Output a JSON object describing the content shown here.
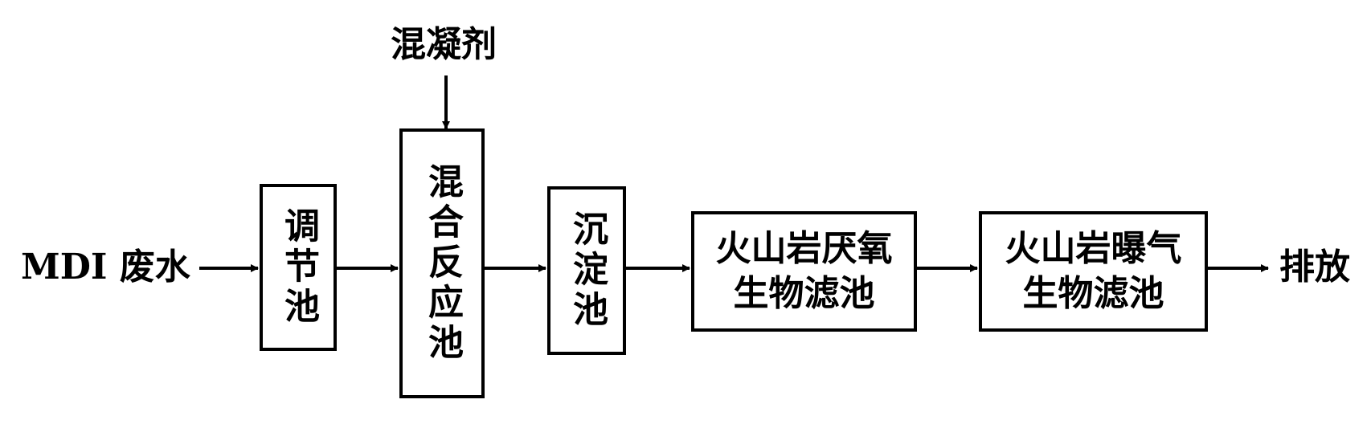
{
  "diagram": {
    "input_label": "MDI 废水",
    "coagulant_label": "混凝剂",
    "output_label": "排放",
    "nodes": {
      "regulating_tank": "调节池",
      "mixing_reaction_tank": "混合反应池",
      "sedimentation_tank": "沉淀池",
      "anaerobic_filter": "火山岩厌氧\n生物滤池",
      "aerated_filter": "火山岩曝气\n生物滤池"
    }
  }
}
